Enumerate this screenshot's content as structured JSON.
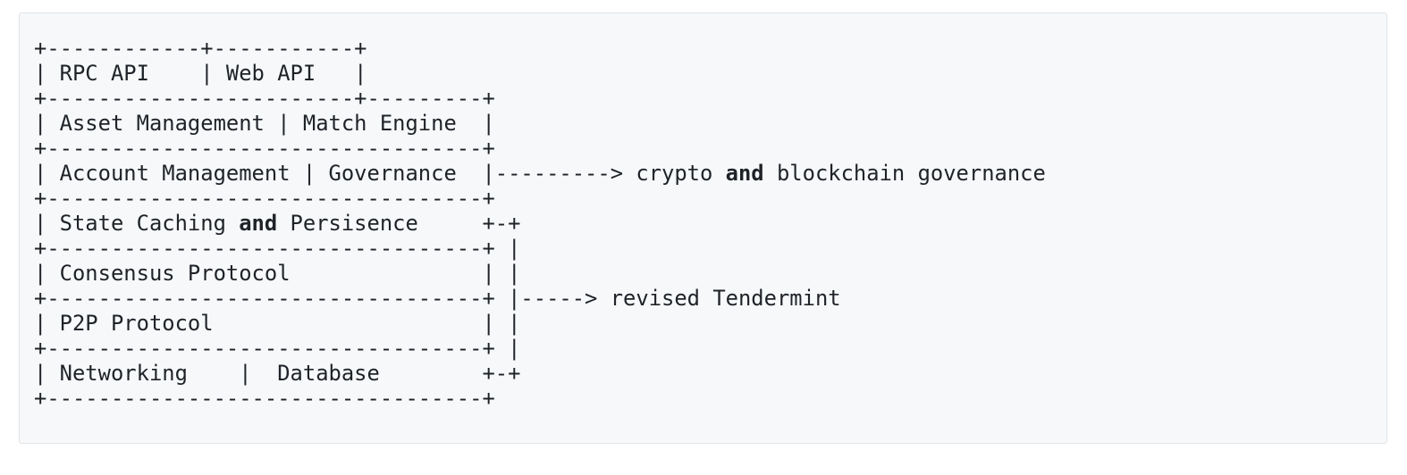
{
  "page": {
    "background_color": "#ffffff"
  },
  "code_block": {
    "background_color": "#f6f8fa",
    "border_color": "#e1e4e8",
    "text_color": "#1f2328",
    "bold_word": "and",
    "lines": [
      "+------------+-----------+",
      "| RPC API    | Web API   |",
      "+------------------------+---------+",
      "| Asset Management | Match Engine  |",
      "+----------------------------------+",
      "| Account Management | Governance  |---------> crypto and blockchain governance",
      "+----------------------------------+",
      "| State Caching and Persisence     +-+",
      "+----------------------------------+ |",
      "| Consensus Protocol               | |",
      "+----------------------------------+ |-----> revised Tendermint",
      "| P2P Protocol                     | |",
      "+----------------------------------+ |",
      "| Networking    |  Database        +-+",
      "+----------------------------------+"
    ],
    "annotations": {
      "governance_arrow_label": "crypto and blockchain governance",
      "tendermint_arrow_label": "revised Tendermint"
    },
    "components": [
      "RPC API",
      "Web API",
      "Asset Management",
      "Match Engine",
      "Account Management",
      "Governance",
      "State Caching and Persisence",
      "Consensus Protocol",
      "P2P Protocol",
      "Networking",
      "Database"
    ]
  }
}
